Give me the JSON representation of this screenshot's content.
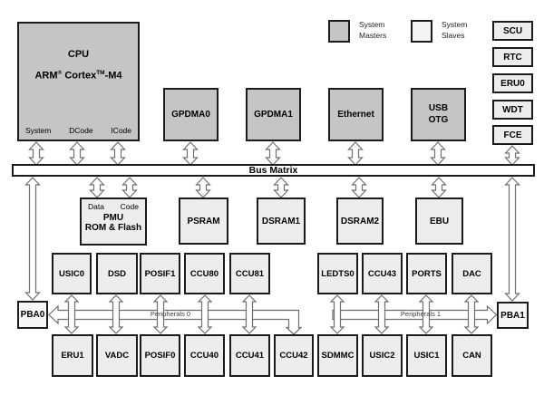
{
  "diagram": {
    "legend": {
      "masters": "System\nMasters",
      "slaves": "System\nSlaves"
    },
    "bus_matrix": "Bus Matrix",
    "cpu": {
      "title": "CPU",
      "sub_pre": "ARM",
      "sub_reg": "®",
      "sub_mid": " Cortex",
      "sub_tm": "TM",
      "sub_post": "-M4",
      "ports": [
        "System",
        "DCode",
        "ICode"
      ]
    },
    "masters": [
      "GPDMA0",
      "GPDMA1",
      "Ethernet",
      "USB\nOTG"
    ],
    "right_column": [
      "SCU",
      "RTC",
      "ERU0",
      "WDT",
      "FCE"
    ],
    "memory_row": {
      "pmu": {
        "port_data": "Data",
        "port_code": "Code",
        "line1": "PMU",
        "line2": "ROM & Flash"
      },
      "others": [
        "PSRAM",
        "DSRAM1",
        "DSRAM2",
        "EBU"
      ]
    },
    "peripherals_row_top": [
      "USIC0",
      "DSD",
      "POSIF1",
      "CCU80",
      "CCU81",
      "LEDTS0",
      "CCU43",
      "PORTS",
      "DAC"
    ],
    "peripherals_row_bottom": [
      "ERU1",
      "VADC",
      "POSIF0",
      "CCU40",
      "CCU41",
      "CCU42",
      "SDMMC",
      "USIC2",
      "USIC1",
      "CAN"
    ],
    "bridges": {
      "pba0": "PBA0",
      "pba1": "PBA1"
    },
    "peripheral_buses": [
      "Peripherals 0",
      "Peripherals 1"
    ],
    "colors": {
      "master_fill": "#c5c5c5",
      "slave_fill": "#ededed",
      "border": "#1b1b1b",
      "arrow": "#6f6f6f"
    }
  }
}
